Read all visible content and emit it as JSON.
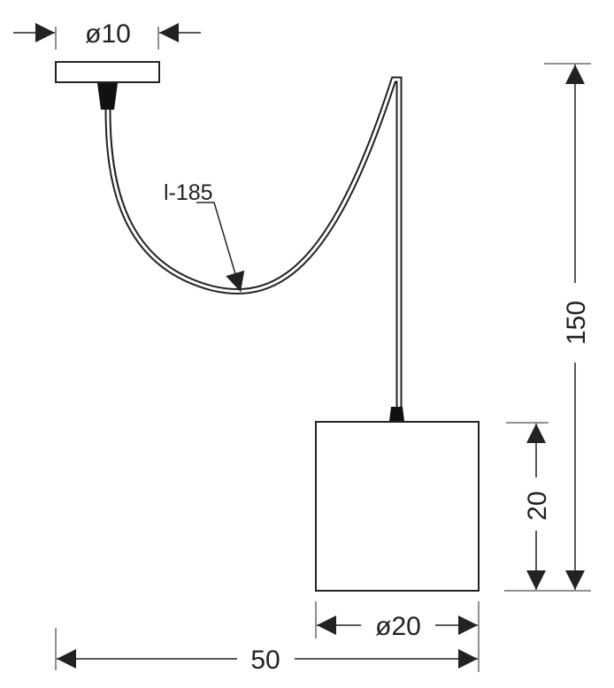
{
  "dimensions": {
    "canopy_diameter": "ø10",
    "cable_length": "l-185",
    "total_height": "150",
    "shade_height": "20",
    "shade_diameter": "ø20",
    "total_width": "50"
  },
  "colors": {
    "line": "#222222",
    "background": "#ffffff"
  }
}
